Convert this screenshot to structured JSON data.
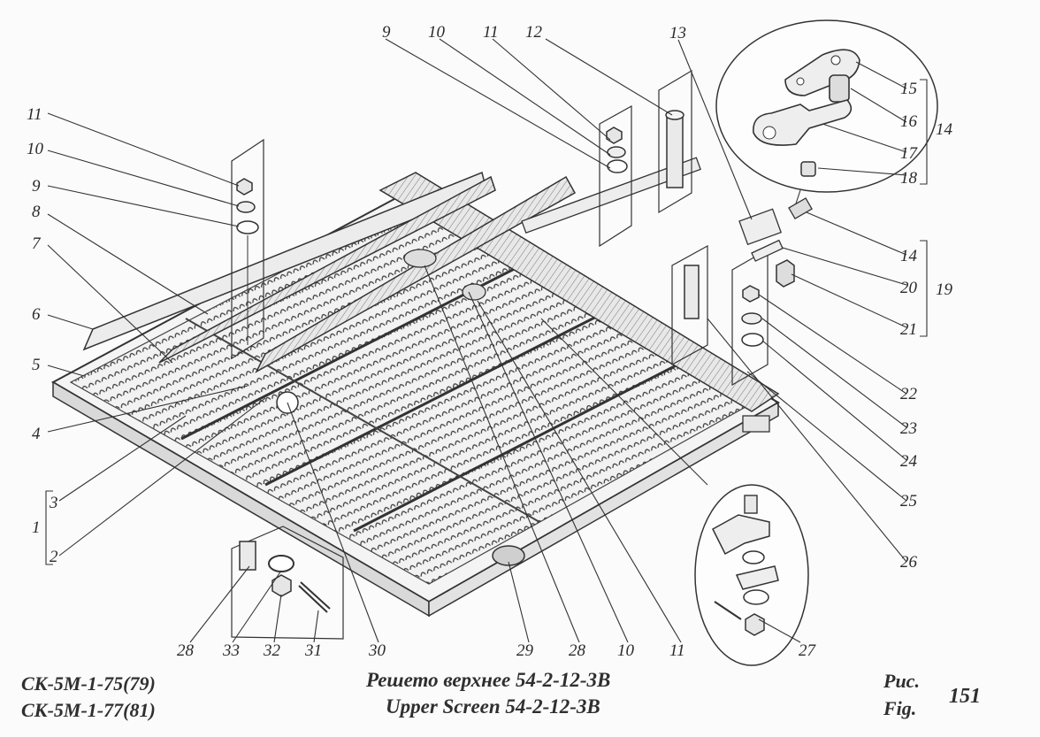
{
  "caption": {
    "model_code_1": "СК-5М-1-75(79)",
    "model_code_2": "СК-5М-1-77(81)",
    "title_ru": "Решето верхнее 54-2-12-3В",
    "title_en": "Upper Screen 54-2-12-3В",
    "fig_ru": "Рис.",
    "fig_en": "Fig.",
    "fig_number": "151"
  },
  "callouts": [
    {
      "id": "c9t",
      "text": "9"
    },
    {
      "id": "c10t",
      "text": "10"
    },
    {
      "id": "c11t",
      "text": "11"
    },
    {
      "id": "c12t",
      "text": "12"
    },
    {
      "id": "c13t",
      "text": "13"
    },
    {
      "id": "c11l",
      "text": "11"
    },
    {
      "id": "c10l",
      "text": "10"
    },
    {
      "id": "c9l",
      "text": "9"
    },
    {
      "id": "c8l",
      "text": "8"
    },
    {
      "id": "c7l",
      "text": "7"
    },
    {
      "id": "c6l",
      "text": "6"
    },
    {
      "id": "c5l",
      "text": "5"
    },
    {
      "id": "c4l",
      "text": "4"
    },
    {
      "id": "c3l",
      "text": "3"
    },
    {
      "id": "c1l",
      "text": "1"
    },
    {
      "id": "c2l",
      "text": "2"
    },
    {
      "id": "c15",
      "text": "15"
    },
    {
      "id": "c16",
      "text": "16"
    },
    {
      "id": "c14a",
      "text": "14"
    },
    {
      "id": "c17",
      "text": "17"
    },
    {
      "id": "c18",
      "text": "18"
    },
    {
      "id": "c14b",
      "text": "14"
    },
    {
      "id": "c20",
      "text": "20"
    },
    {
      "id": "c19",
      "text": "19"
    },
    {
      "id": "c21",
      "text": "21"
    },
    {
      "id": "c22",
      "text": "22"
    },
    {
      "id": "c23",
      "text": "23"
    },
    {
      "id": "c24",
      "text": "24"
    },
    {
      "id": "c25",
      "text": "25"
    },
    {
      "id": "c26",
      "text": "26"
    },
    {
      "id": "c28a",
      "text": "28"
    },
    {
      "id": "c33",
      "text": "33"
    },
    {
      "id": "c32",
      "text": "32"
    },
    {
      "id": "c31",
      "text": "31"
    },
    {
      "id": "c30",
      "text": "30"
    },
    {
      "id": "c29",
      "text": "29"
    },
    {
      "id": "c28b",
      "text": "28"
    },
    {
      "id": "c10b",
      "text": "10"
    },
    {
      "id": "c11b",
      "text": "11"
    },
    {
      "id": "c27",
      "text": "27"
    }
  ]
}
